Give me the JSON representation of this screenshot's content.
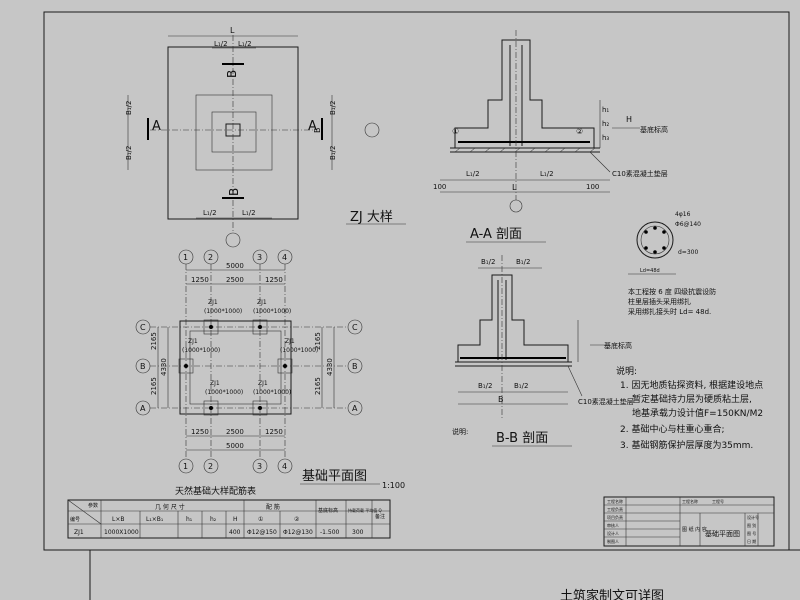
{
  "zj_detail": {
    "title": "ZJ 大样",
    "dim_L": "L",
    "dim_L1_half": "L₁/2",
    "dim_B1_half": "B₁/2",
    "dim_B": "B",
    "section_A": "A",
    "section_B": "B"
  },
  "section_aa": {
    "title": "A-A 剖面",
    "layer_label": "C10素混凝土垫层",
    "ground_label": "基底标高",
    "dim_100_left": "100",
    "dim_100_right": "100",
    "dim_L": "L",
    "dim_L1_half": "L₁/2",
    "h_labels": [
      "h₁",
      "h₂",
      "h₃",
      "H"
    ],
    "bar_marks": [
      "①",
      "②"
    ]
  },
  "section_bb": {
    "title": "B-B 剖面",
    "layer_label": "C10素混凝土垫层",
    "ground_label": "基底标高",
    "dim_B1_half": "B₁/2",
    "dim_B": "B",
    "note_label": "说明:"
  },
  "column_detail": {
    "rebar_label": "4φ16",
    "stirrup_label": "Φ6@140",
    "dim_label": "d=300",
    "length_label": "Ld=48d",
    "text_lines": [
      "本工程按 6 度  四级抗震设防",
      "柱里层插头采用绑扎",
      "采用绑扎接头时 Ld= 48d."
    ]
  },
  "notes": {
    "title": "说明:",
    "items": [
      "1. 因无地质钻探资料, 根据建设地点",
      "暂定基础持力层为硬质粘土层,",
      "地基承载力设计值F=150KN/M2",
      "2. 基础中心与柱重心重合;",
      "3. 基础钢筋保护层厚度为35mm."
    ]
  },
  "plan": {
    "title": "基础平面图",
    "scale": "1:100",
    "axes_top": [
      "1",
      "2",
      "3",
      "4"
    ],
    "axes_bottom": [
      "1",
      "2",
      "3",
      "4"
    ],
    "axes_left": [
      "C",
      "B",
      "A"
    ],
    "axes_right": [
      "C",
      "B",
      "A"
    ],
    "dims_top": [
      "5000",
      "1250",
      "2500",
      "1250"
    ],
    "dims_bottom": [
      "1250",
      "2500",
      "1250",
      "5000"
    ],
    "dims_left": [
      "2165",
      "4330",
      "2165"
    ],
    "dims_right": [
      "2165",
      "4330",
      "2165"
    ],
    "footing_labels": [
      "ZJ1",
      "ZJ1",
      "ZJ1",
      "ZJ1",
      "ZJ1",
      "ZJ1"
    ],
    "footing_sizes": [
      "(1000*1000)",
      "(1000*1000)",
      "(1000*1000)",
      "(1000*1000)",
      "(1000*1000)",
      "(1000*1000)"
    ]
  },
  "table": {
    "title": "天然基础大样配筋表",
    "corner_top": "参数",
    "corner_bottom": "编号",
    "group_dims": "几 何 尺 寸",
    "group_rebar": "配    筋",
    "headers": [
      "L×B",
      "L₁×B₁",
      "h₁",
      "h₂",
      "H",
      "①",
      "②",
      "基底标高",
      "持载荷载 平均值 Q",
      "备注"
    ],
    "rows": [
      [
        "ZJ1",
        "1000X1000",
        "",
        "",
        "",
        "400",
        "Φ12@150",
        "Φ12@130",
        "-1.500",
        "300",
        ""
      ]
    ]
  },
  "title_block": {
    "project": "工程名称",
    "design_no": "工程号",
    "drawing": "基础平面图",
    "rows_left": [
      "工程名称",
      "工程负责",
      "项目负责",
      "审核人",
      "设计人",
      "制图人"
    ],
    "rows_right": [
      "设计号",
      "图 别",
      "图 号",
      "日 期"
    ],
    "content": "图 纸 内 容"
  },
  "footer": {
    "watermark": "土筑家制文可详图"
  }
}
